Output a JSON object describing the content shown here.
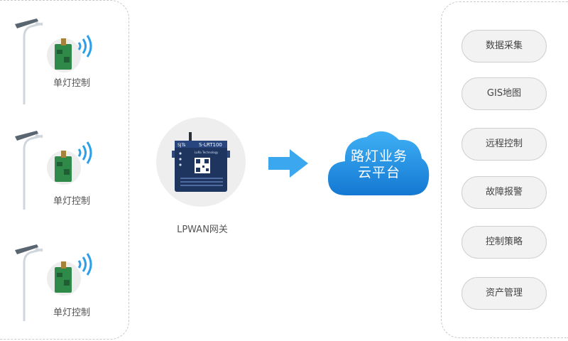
{
  "nodes": [
    {
      "label": "单灯控制"
    },
    {
      "label": "单灯控制"
    },
    {
      "label": "单灯控制"
    }
  ],
  "gateway": {
    "label": "LPWAN网关",
    "device_model": "S-LRT100",
    "device_sub": "LoRa Technology",
    "device_brand": "SJTs"
  },
  "cloud": {
    "line1": "路灯业务",
    "line2": "云平台",
    "color": "#1a8fe0"
  },
  "functions": [
    {
      "label": "数据采集"
    },
    {
      "label": "GIS地图"
    },
    {
      "label": "远程控制"
    },
    {
      "label": "故障报警"
    },
    {
      "label": "控制策略"
    },
    {
      "label": "资产管理"
    }
  ],
  "colors": {
    "accent": "#1a8fe0",
    "arrow": "#3aa7ef",
    "panel_border": "#c9c9c9",
    "board_green": "#2f8a4a",
    "wifi": "#2d9fe8"
  }
}
